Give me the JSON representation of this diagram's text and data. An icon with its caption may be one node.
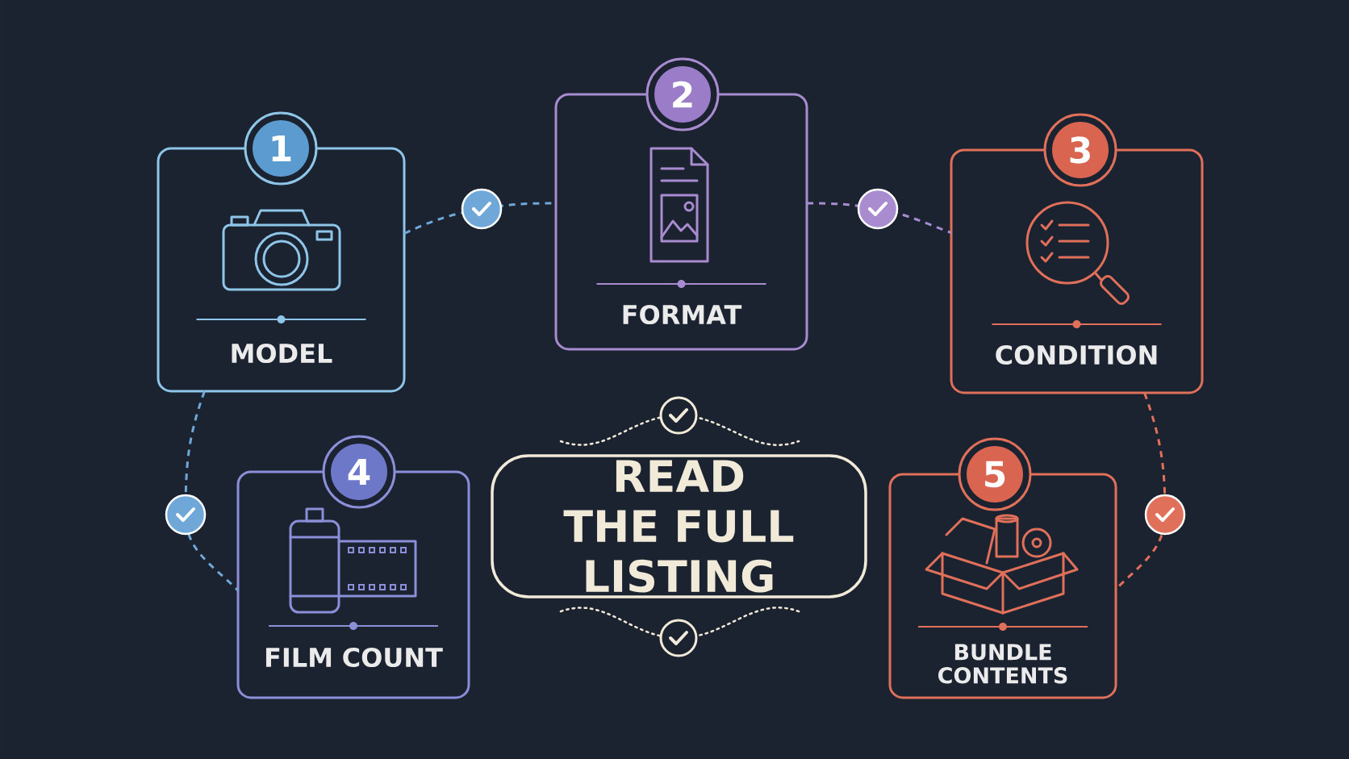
{
  "diagram": {
    "nodes": [
      {
        "text": [
          "1",
          "MODEL"
        ]
      },
      {
        "text": [
          "2",
          "FORMAT"
        ]
      },
      {
        "text": [
          "3",
          "CONDITION"
        ]
      },
      {
        "text": [
          "4",
          "FILM COUNT"
        ]
      },
      {
        "text": [
          "5",
          "BUNDLE CONTENTS"
        ]
      },
      {
        "text": [
          "READ THE FULL LISTING"
        ]
      }
    ],
    "edges": [
      {
        "from": 0,
        "to": 1,
        "arrow": "none",
        "style": "dashed",
        "color": "#6fa8d8"
      },
      {
        "from": 1,
        "to": 2,
        "arrow": "none",
        "style": "dashed",
        "color": "#a98bd0"
      },
      {
        "from": 0,
        "to": 3,
        "arrow": "none",
        "style": "dashed",
        "color": "#6fa8d8"
      },
      {
        "from": 2,
        "to": 4,
        "arrow": "none",
        "style": "dashed",
        "color": "#e0705a"
      }
    ]
  }
}
